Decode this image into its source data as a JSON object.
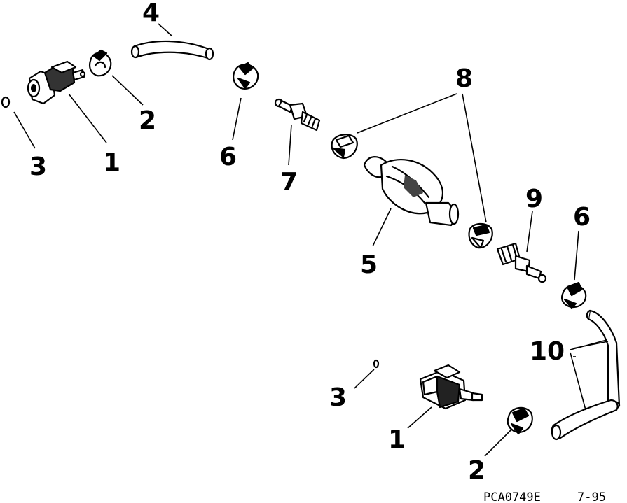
{
  "labels": {
    "p1a": "1",
    "p2a": "2",
    "p3a": "3",
    "p4": "4",
    "p5": "5",
    "p6a": "6",
    "p6b": "6",
    "p7": "7",
    "p8": "8",
    "p9": "9",
    "p10": "10",
    "p1b": "1",
    "p2b": "2",
    "p3b": "3"
  },
  "figure_code": "PCA0749E",
  "figure_date": "7-95"
}
